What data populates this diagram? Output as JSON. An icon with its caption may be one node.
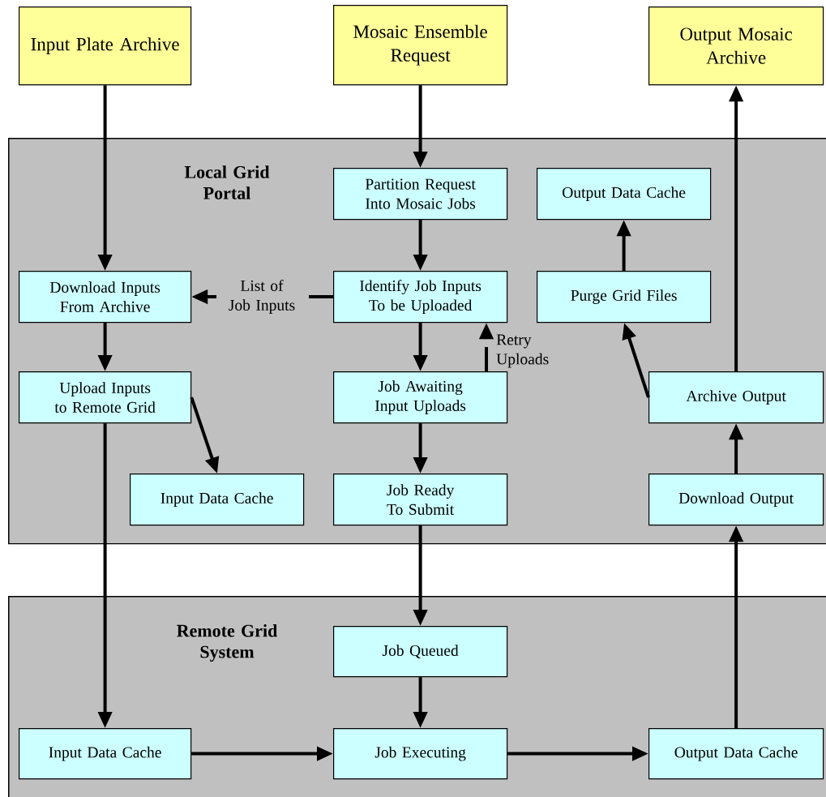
{
  "diagram": {
    "nodes": [
      {
        "text": [
          "Input Plate Archive"
        ]
      },
      {
        "text": [
          "Mosaic Ensemble Request"
        ]
      },
      {
        "text": [
          "Output Mosaic Archive"
        ]
      },
      {
        "text": [
          "Local Grid Portal"
        ]
      },
      {
        "text": [
          "Partition Request Into Mosaic Jobs"
        ],
        "in": 3
      },
      {
        "text": [
          "Output Data Cache"
        ],
        "in": 3
      },
      {
        "text": [
          "Download Inputs From Archive"
        ],
        "in": 3
      },
      {
        "text": [
          "Identify Job Inputs To be Uploaded"
        ],
        "in": 3
      },
      {
        "text": [
          "Purge Grid Files"
        ],
        "in": 3
      },
      {
        "text": [
          "Upload Inputs to Remote Grid"
        ],
        "in": 3
      },
      {
        "text": [
          "Job Awaiting Input Uploads"
        ],
        "in": 3
      },
      {
        "text": [
          "Archive Output"
        ],
        "in": 3
      },
      {
        "text": [
          "Input Data Cache"
        ],
        "in": 3
      },
      {
        "text": [
          "Job Ready To Submit"
        ],
        "in": 3
      },
      {
        "text": [
          "Download Output"
        ],
        "in": 3
      },
      {
        "text": [
          "Remote Grid System"
        ]
      },
      {
        "text": [
          "Job Queued"
        ],
        "in": 15
      },
      {
        "text": [
          "Input Data Cache"
        ],
        "in": 15
      },
      {
        "text": [
          "Job Executing"
        ],
        "in": 15
      },
      {
        "text": [
          "Output Data Cache"
        ],
        "in": 15
      }
    ],
    "edges": [
      {
        "from": 0,
        "to": 6,
        "arrow": "to"
      },
      {
        "from": 1,
        "to": 4,
        "arrow": "to"
      },
      {
        "from": 4,
        "to": 7,
        "arrow": "to"
      },
      {
        "from": 7,
        "to": 6,
        "arrow": "to",
        "style": "dashed",
        "label": "List of Job Inputs"
      },
      {
        "from": 6,
        "to": 9,
        "arrow": "to"
      },
      {
        "from": 9,
        "to": 12,
        "arrow": "to"
      },
      {
        "from": 7,
        "to": 10,
        "arrow": "to"
      },
      {
        "from": 10,
        "to": 7,
        "arrow": "to",
        "style": "dashed",
        "label": "Retry Uploads"
      },
      {
        "from": 10,
        "to": 13,
        "arrow": "to"
      },
      {
        "from": 13,
        "to": 16,
        "arrow": "to"
      },
      {
        "from": 9,
        "to": 17,
        "arrow": "to"
      },
      {
        "from": 16,
        "to": 18,
        "arrow": "to"
      },
      {
        "from": 17,
        "to": 18,
        "arrow": "to"
      },
      {
        "from": 18,
        "to": 19,
        "arrow": "to"
      },
      {
        "from": 19,
        "to": 14,
        "arrow": "to"
      },
      {
        "from": 14,
        "to": 11,
        "arrow": "to"
      },
      {
        "from": 11,
        "to": 8,
        "arrow": "to"
      },
      {
        "from": 8,
        "to": 5,
        "arrow": "to"
      },
      {
        "from": 11,
        "to": 2,
        "arrow": "to"
      }
    ]
  }
}
